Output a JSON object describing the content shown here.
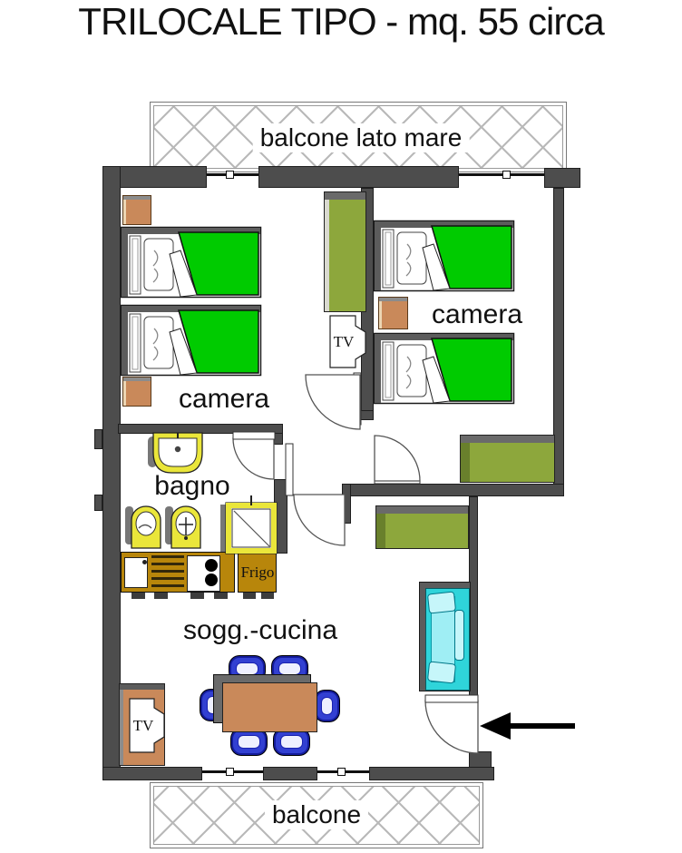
{
  "title": "TRILOCALE TIPO - mq. 55 circa",
  "rooms": {
    "balcony_top": "balcone lato mare",
    "bedroom_left": "camera",
    "bedroom_right": "camera",
    "bathroom": "bagno",
    "living_kitchen": "sogg.-cucina",
    "balcony_bottom": "balcone"
  },
  "furniture": {
    "tv_bedroom": "TV",
    "tv_living": "TV",
    "fridge": "Frigo"
  },
  "colors": {
    "wall": "#4d4d4d",
    "bed_green": "#00cb00",
    "wardrobe_olive": "#8da73c",
    "furniture_tan": "#c9895a",
    "fixture_yellow": "#eae63a",
    "counter_gold": "#b8860b",
    "sofa_cyan": "#2fd4da",
    "sofa_cushion": "#9feef4",
    "chair_blue": "#3240d2",
    "hatch_gray": "#b9b9b9",
    "shadow_gray": "#5c5c5c"
  }
}
